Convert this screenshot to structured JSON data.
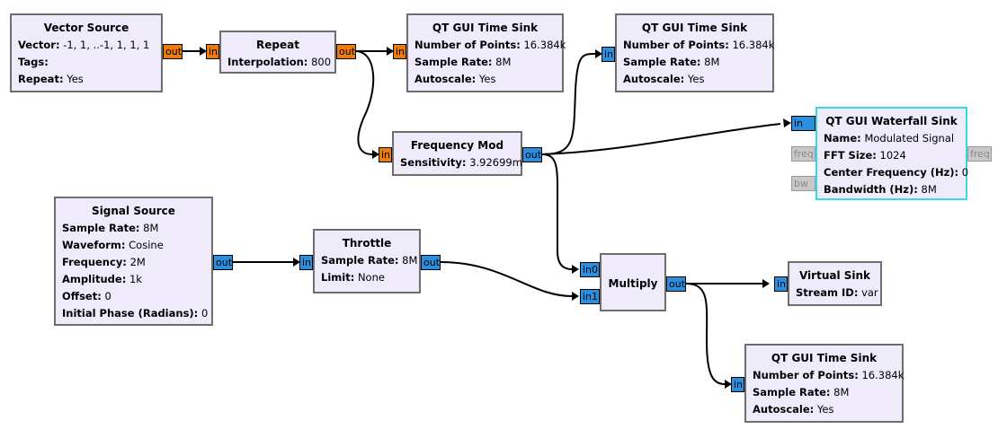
{
  "blocks": {
    "vector_source": {
      "title": "Vector Source",
      "params": [
        {
          "k": "Vector:",
          "v": "-1, 1, ..-1, 1, 1, 1"
        },
        {
          "k": "Tags:",
          "v": ""
        },
        {
          "k": "Repeat:",
          "v": "Yes"
        }
      ],
      "out": "out"
    },
    "repeat": {
      "title": "Repeat",
      "params": [
        {
          "k": "Interpolation:",
          "v": "800"
        }
      ],
      "in": "in",
      "out": "out"
    },
    "time_sink_1": {
      "title": "QT GUI Time Sink",
      "params": [
        {
          "k": "Number of Points:",
          "v": "16.384k"
        },
        {
          "k": "Sample Rate:",
          "v": "8M"
        },
        {
          "k": "Autoscale:",
          "v": "Yes"
        }
      ],
      "in": "in"
    },
    "time_sink_2": {
      "title": "QT GUI Time Sink",
      "params": [
        {
          "k": "Number of Points:",
          "v": "16.384k"
        },
        {
          "k": "Sample Rate:",
          "v": "8M"
        },
        {
          "k": "Autoscale:",
          "v": "Yes"
        }
      ],
      "in": "in"
    },
    "freq_mod": {
      "title": "Frequency Mod",
      "params": [
        {
          "k": "Sensitivity:",
          "v": "3.92699m"
        }
      ],
      "in": "in",
      "out": "out"
    },
    "waterfall": {
      "title": "QT GUI Waterfall Sink",
      "params": [
        {
          "k": "Name:",
          "v": "Modulated Signal"
        },
        {
          "k": "FFT Size:",
          "v": "1024"
        },
        {
          "k": "Center Frequency (Hz):",
          "v": "0"
        },
        {
          "k": "Bandwidth (Hz):",
          "v": "8M"
        }
      ],
      "in": "in",
      "freq_in": "freq",
      "freq_out": "freq",
      "bw": "bw"
    },
    "signal_source": {
      "title": "Signal Source",
      "params": [
        {
          "k": "Sample Rate:",
          "v": "8M"
        },
        {
          "k": "Waveform:",
          "v": "Cosine"
        },
        {
          "k": "Frequency:",
          "v": "2M"
        },
        {
          "k": "Amplitude:",
          "v": "1k"
        },
        {
          "k": "Offset:",
          "v": "0"
        },
        {
          "k": "Initial Phase (Radians):",
          "v": "0"
        }
      ],
      "out": "out"
    },
    "throttle": {
      "title": "Throttle",
      "params": [
        {
          "k": "Sample Rate:",
          "v": "8M"
        },
        {
          "k": "Limit:",
          "v": "None"
        }
      ],
      "in": "in",
      "out": "out"
    },
    "multiply": {
      "title": "Multiply",
      "params": [],
      "in0": "in0",
      "in1": "in1",
      "out": "out"
    },
    "virtual_sink": {
      "title": "Virtual Sink",
      "params": [
        {
          "k": "Stream ID:",
          "v": "var"
        }
      ],
      "in": "in"
    },
    "time_sink_3": {
      "title": "QT GUI Time Sink",
      "params": [
        {
          "k": "Number of Points:",
          "v": "16.384k"
        },
        {
          "k": "Sample Rate:",
          "v": "8M"
        },
        {
          "k": "Autoscale:",
          "v": "Yes"
        }
      ],
      "in": "in"
    }
  },
  "colors": {
    "block_fill": "#efebfb",
    "block_border": "#6e6e6e",
    "selected_border": "#36d9e8",
    "byte_port": "#ee7a0b",
    "complex_port": "#2b8fe0",
    "message_port": "#c8c8c8"
  }
}
